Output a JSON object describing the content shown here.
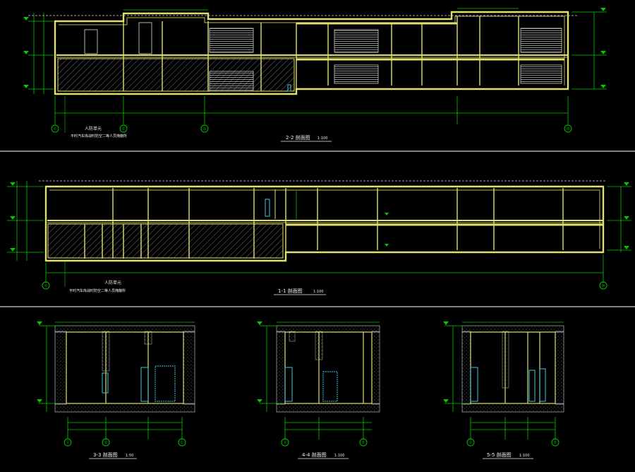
{
  "colors": {
    "background": "#000000",
    "wall": "#e0e070",
    "wall_inner": "#b8b860",
    "dimension": "#00c800",
    "label": "#f0f0f0",
    "divider": "#ffffff",
    "cyan": "#40c8e0",
    "hatch": "#8a8a8a",
    "ground": "#a0a0a0"
  },
  "sections": {
    "s22": {
      "title": "2-2 剖面图",
      "scale": "1:100",
      "axes": [
        "①",
        "⑫",
        "㉖",
        "㉚"
      ],
      "note_title": "人防单元",
      "note": "平时汽车库战时防空二等人员掩蔽所"
    },
    "s11": {
      "title": "1-1 剖面图",
      "scale": "1:100",
      "axes": [
        "①",
        "㉚"
      ],
      "note_title": "人防单元",
      "note": "平时汽车库战时防空二等人员掩蔽所"
    },
    "s33": {
      "title": "3-3 剖面图",
      "scale": "1:50",
      "axes": [
        "Ⓐ",
        "Ⓑ",
        "Ⓒ"
      ]
    },
    "s44": {
      "title": "4-4 剖面图",
      "scale": "1:100",
      "axes": [
        "Ⓐ",
        "Ⓑ"
      ]
    },
    "s55": {
      "title": "5-5 剖面图",
      "scale": "1:100",
      "axes": [
        "Ⓐ",
        "Ⓑ"
      ]
    }
  }
}
